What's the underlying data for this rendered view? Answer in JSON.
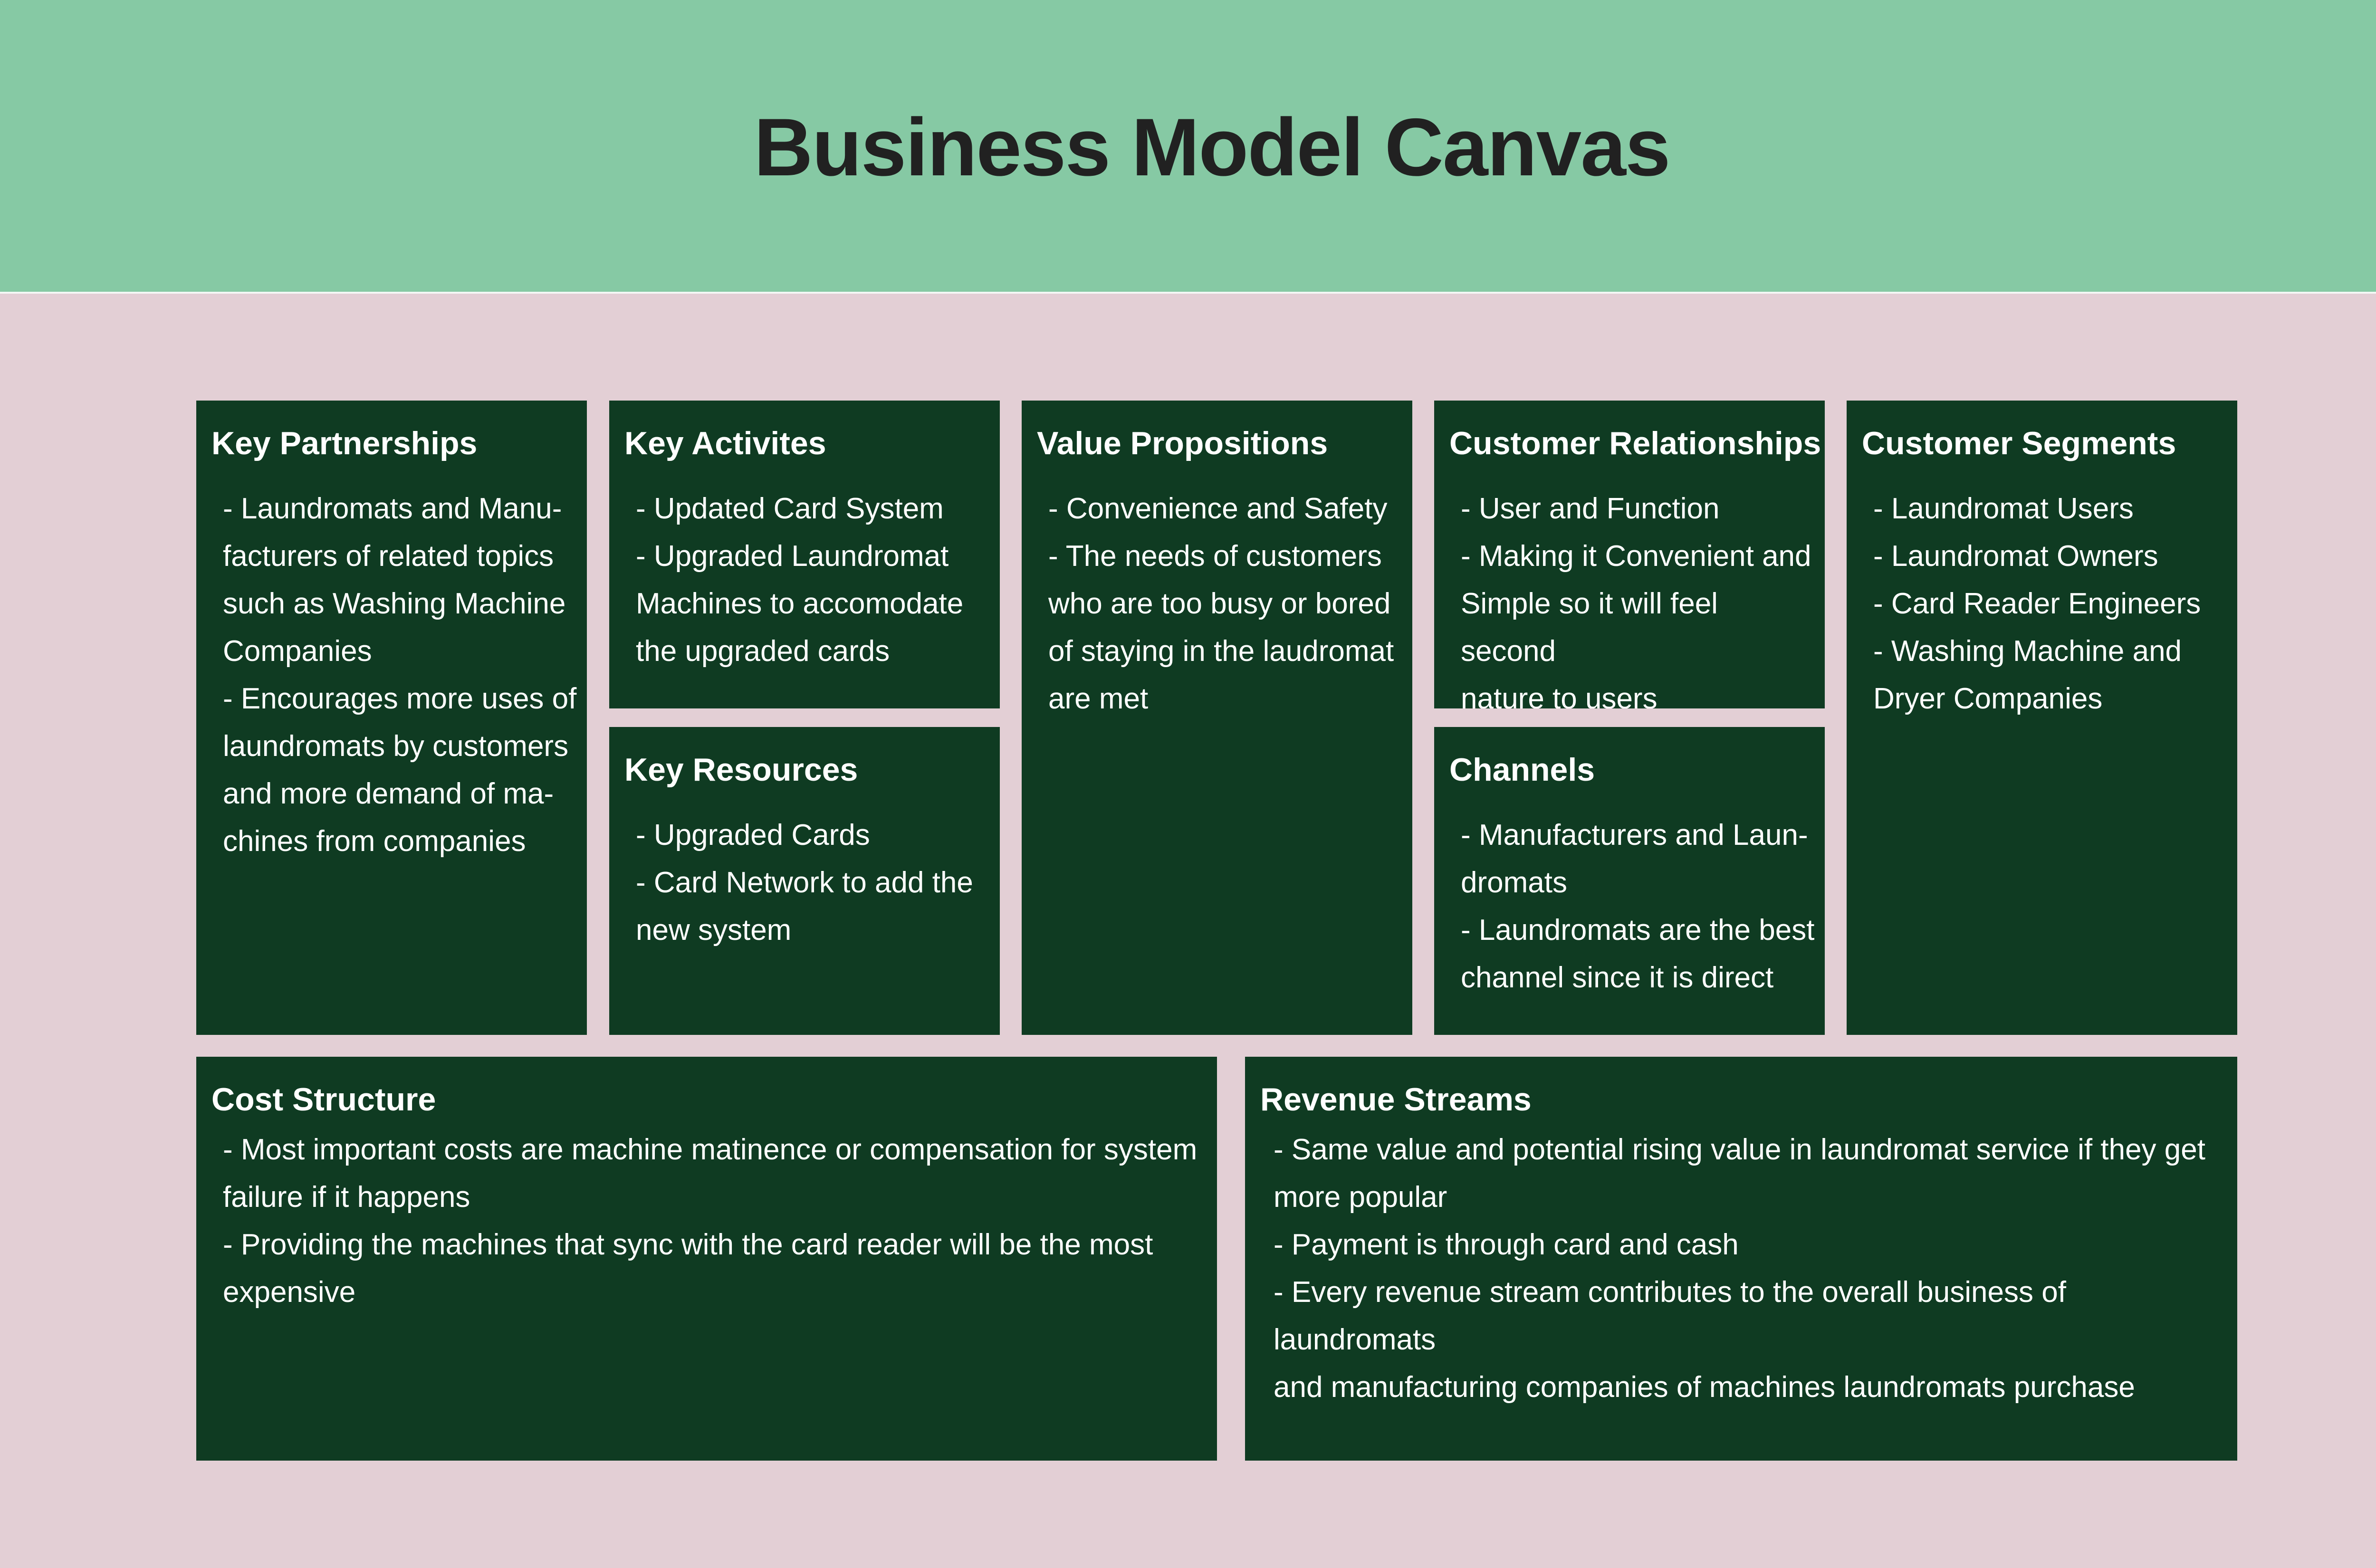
{
  "title": "Business Model Canvas",
  "colors": {
    "header_bg": "#86c9a4",
    "page_bg": "#e3cfd5",
    "box_bg": "#0f3b22",
    "text_light": "#ffffff",
    "title_text": "#212121"
  },
  "key_partnerships": {
    "title": "Key Partnerships",
    "lines": [
      "- Laundromats and Manu-",
      "facturers of related topics",
      "such as Washing Machine",
      "Companies",
      "- Encourages more uses of",
      "laundromats by customers",
      "and more demand of ma-",
      "chines from companies"
    ]
  },
  "key_activities": {
    "title": "Key Activites",
    "lines": [
      "- Updated Card System",
      "- Upgraded Laundromat",
      "Machines to accomodate",
      "the upgraded cards"
    ]
  },
  "key_resources": {
    "title": "Key Resources",
    "lines": [
      "- Upgraded Cards",
      "- Card Network to add the",
      "new system"
    ]
  },
  "value_propositions": {
    "title": "Value Propositions",
    "lines": [
      "- Convenience and Safety",
      "- The needs of customers",
      "who are too busy or bored",
      "of staying in the laudromat",
      "are met"
    ]
  },
  "customer_relationships": {
    "title": "Customer Relationships",
    "lines": [
      "- User and Function",
      "- Making it Convenient and",
      "Simple so it will feel second",
      "nature to users"
    ]
  },
  "channels": {
    "title": "Channels",
    "lines": [
      "- Manufacturers and Laun-",
      "dromats",
      "- Laundromats are the best",
      "channel since it is direct"
    ]
  },
  "customer_segments": {
    "title": "Customer Segments",
    "lines": [
      "- Laundromat Users",
      "- Laundromat Owners",
      "- Card Reader Engineers",
      "- Washing Machine and",
      "Dryer Companies"
    ]
  },
  "cost_structure": {
    "title": "Cost Structure",
    "lines": [
      "- Most important costs are machine matinence or compensation for system",
      "failure if it happens",
      "- Providing the machines that sync with the card reader will be the most",
      "expensive"
    ]
  },
  "revenue_streams": {
    "title": "Revenue Streams",
    "lines": [
      "- Same value and potential rising value in laundromat service if they get",
      "more popular",
      "- Payment is through card and cash",
      "- Every revenue stream contributes to the overall business of laundromats",
      "and manufacturing companies of machines laundromats purchase"
    ]
  }
}
